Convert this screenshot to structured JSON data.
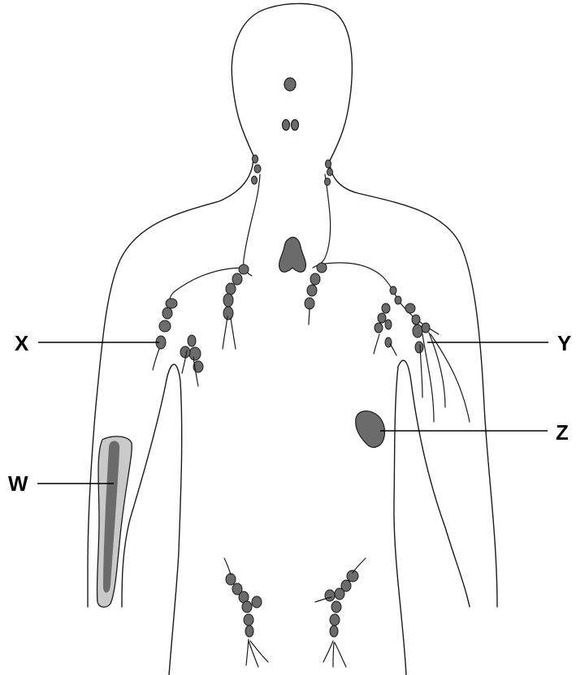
{
  "labels": {
    "x": "X",
    "y": "Y",
    "z": "Z",
    "w": "W"
  },
  "colors": {
    "outline": "#1a1a1a",
    "node_fill": "#6b6b6b",
    "bone_outer": "#c9c9c9",
    "bone_inner": "#6b6b6b",
    "background": "#ffffff"
  }
}
